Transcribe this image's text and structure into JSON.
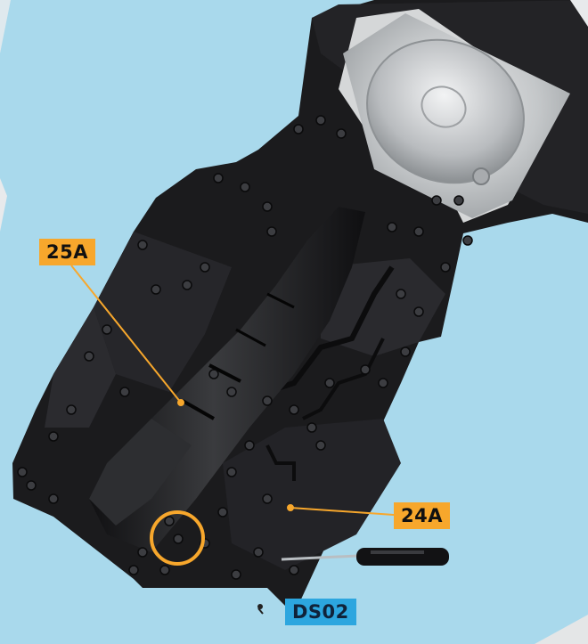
{
  "callouts": {
    "part_25a": "25A",
    "part_24a": "24A"
  },
  "badge": {
    "code": "DS02"
  },
  "colors": {
    "background": "#a9d9ec",
    "chassis": "#1c1c1e",
    "callout_fill": "#f7a72c",
    "code_fill": "#2ca6df",
    "metal_tray": "#c9cbcd"
  }
}
